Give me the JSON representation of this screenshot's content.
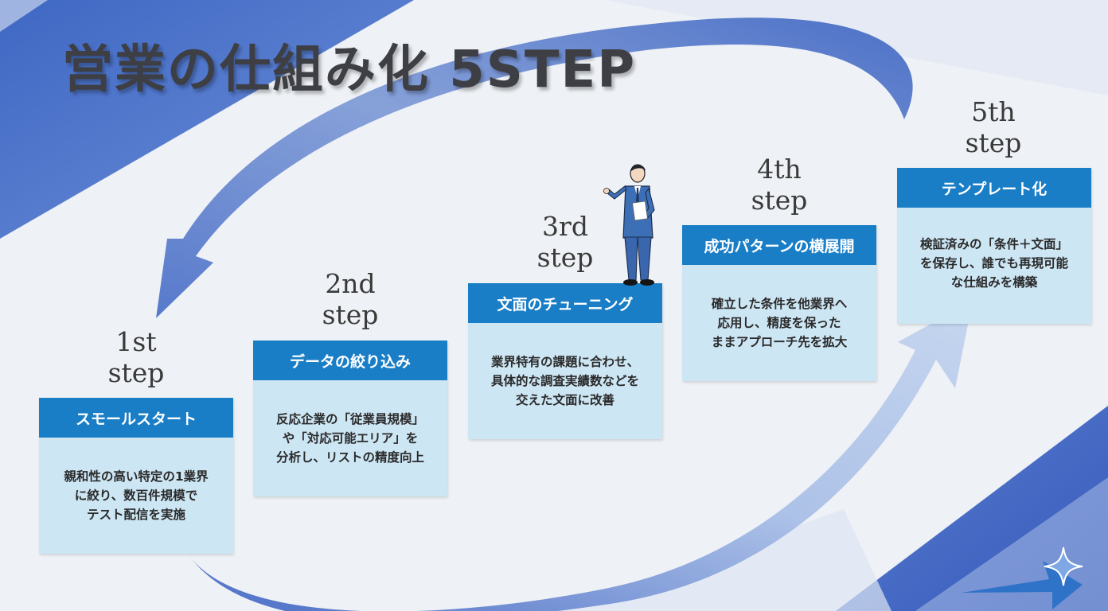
{
  "title": "営業の仕組み化  5STEP",
  "colors": {
    "accent_blue": "#1a7ec6",
    "card_bg": "#cde6f4",
    "arrow_dark": "#4a6fc8",
    "arrow_light": "#b9cdec",
    "corner_blue": "#4a6fc8"
  },
  "steps": [
    {
      "label_line1": "1st",
      "label_line2": "step",
      "heading": "スモールスタート",
      "body": [
        "親和性の高い特定の1業界",
        "に絞り、数百件規模で",
        "テスト配信を実施"
      ]
    },
    {
      "label_line1": "2nd",
      "label_line2": "step",
      "heading": "データの絞り込み",
      "body": [
        "反応企業の「従業員規模」",
        "や「対応可能エリア」を",
        "分析し、リストの精度向上"
      ]
    },
    {
      "label_line1": "3rd",
      "label_line2": "step",
      "heading": "文面のチューニング",
      "body": [
        "業界特有の課題に合わせ、",
        "具体的な調査実績数などを",
        "交えた文面に改善"
      ]
    },
    {
      "label_line1": "4th",
      "label_line2": "step",
      "heading": "成功パターンの横展開",
      "body": [
        "確立した条件を他業界へ",
        "応用し、精度を保った",
        "ままアプローチ先を拡大"
      ]
    },
    {
      "label_line1": "5th",
      "label_line2": "step",
      "heading": "テンプレート化",
      "body": [
        "検証済みの「条件＋文面」",
        "を保存し、誰でも再現可能",
        "な仕組みを構築"
      ]
    }
  ],
  "icons": {
    "presenter": "businessman-presenter-icon",
    "sparkle": "sparkle-star-icon"
  }
}
